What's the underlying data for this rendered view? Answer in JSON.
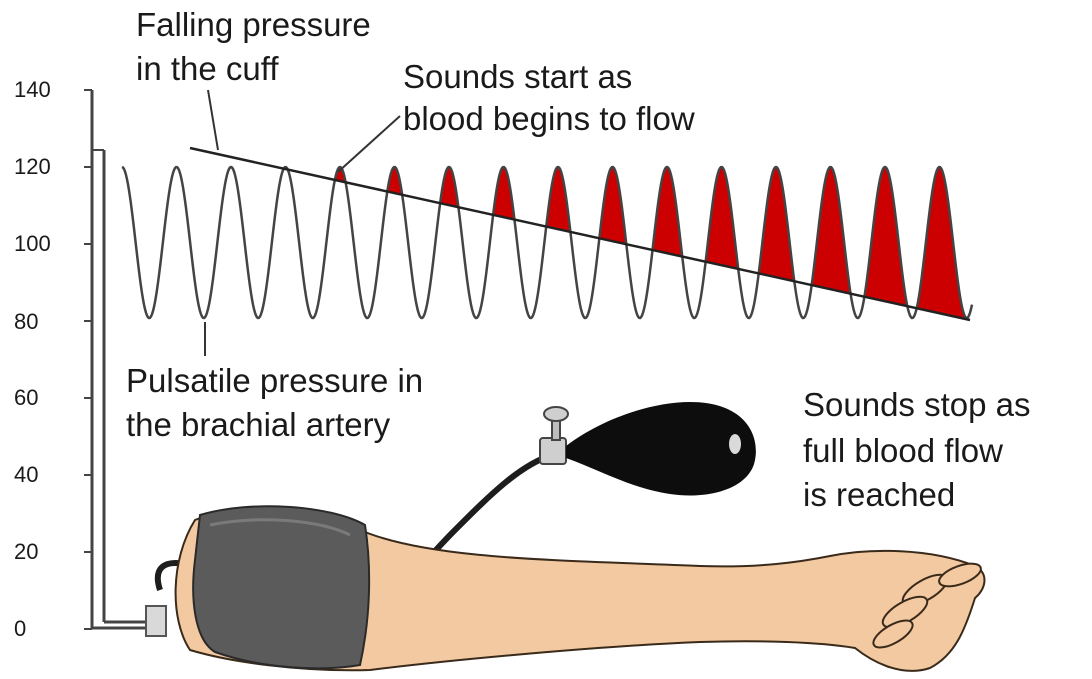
{
  "labels": {
    "falling_pressure_1": "Falling pressure",
    "falling_pressure_2": "in the cuff",
    "sounds_start_1": "Sounds start as",
    "sounds_start_2": "blood begins to flow",
    "pulsatile_1": "Pulsatile pressure in",
    "pulsatile_2": "the brachial artery",
    "sounds_stop_1": "Sounds stop as",
    "sounds_stop_2": "full blood flow",
    "sounds_stop_3": "is reached"
  },
  "scale": {
    "ticks": [
      "140",
      "120",
      "100",
      "80",
      "60",
      "40",
      "20",
      "0"
    ]
  },
  "colors": {
    "sound_fill": "#cc0000",
    "line": "#333333",
    "skin": "#f3c9a2",
    "cuff": "#5b5b5b",
    "bulb": "#0d0d0d"
  },
  "icons": {
    "bulb": "inflation-bulb-icon",
    "cuff": "pressure-cuff-icon",
    "arm": "arm-icon",
    "gauge": "manometer-icon"
  }
}
